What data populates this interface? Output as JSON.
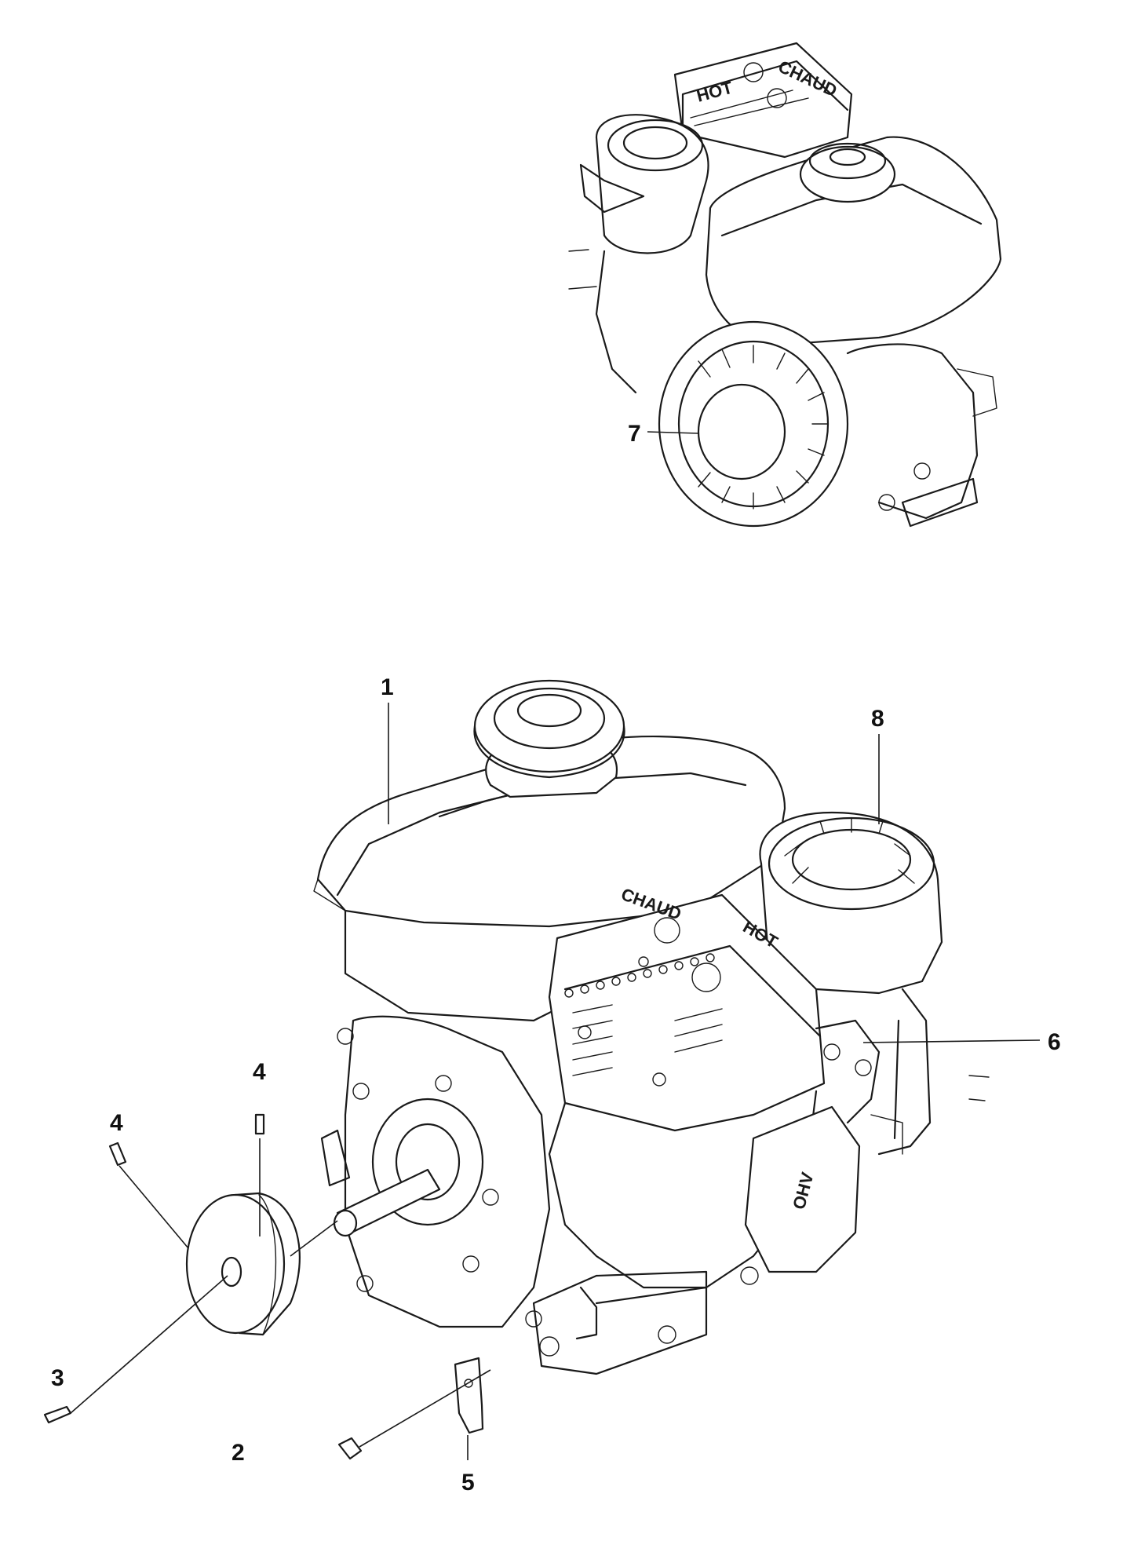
{
  "callouts": [
    {
      "id": "7",
      "label": "7"
    },
    {
      "id": "1",
      "label": "1"
    },
    {
      "id": "8",
      "label": "8"
    },
    {
      "id": "6",
      "label": "6"
    },
    {
      "id": "4a",
      "label": "4"
    },
    {
      "id": "4b",
      "label": "4"
    },
    {
      "id": "3",
      "label": "3"
    },
    {
      "id": "2",
      "label": "2"
    },
    {
      "id": "5",
      "label": "5"
    }
  ],
  "decals": {
    "hot": "HOT",
    "chaud": "CHAUD",
    "ohv": "OHV"
  },
  "ink_color": "#1a1a1a",
  "background_color": "#ffffff"
}
